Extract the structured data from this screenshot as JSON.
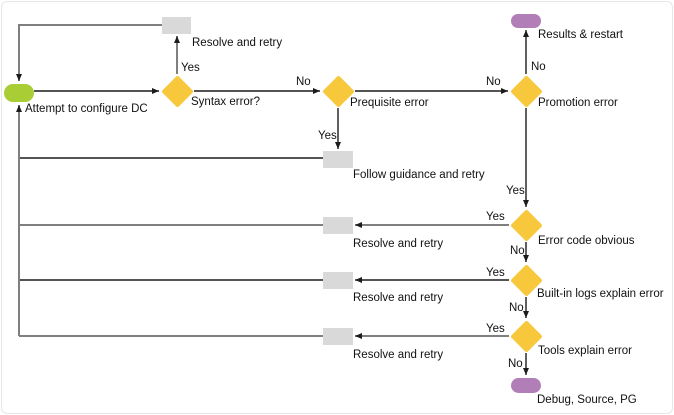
{
  "diagram": {
    "type": "flowchart",
    "colors": {
      "start": "#a9ce35",
      "decision": "#f7c73c",
      "process": "#d9d9d9",
      "terminator": "#b27eb8",
      "line_black": "#1c1c1c",
      "line_gray": "#7f7f7f"
    },
    "nodes": {
      "start": {
        "label": "Attempt to configure DC",
        "shape": "rounded-start"
      },
      "syntax": {
        "label": "Syntax error?",
        "shape": "decision"
      },
      "resolve_top": {
        "label": "Resolve and retry",
        "shape": "process"
      },
      "prequisite": {
        "label": "Prequisite error",
        "shape": "decision"
      },
      "follow_guidance": {
        "label": "Follow guidance and retry",
        "shape": "process"
      },
      "promotion": {
        "label": "Promotion error",
        "shape": "decision"
      },
      "results_restart": {
        "label": "Results & restart",
        "shape": "terminator"
      },
      "error_code": {
        "label": "Error code obvious",
        "shape": "decision"
      },
      "resolve_1": {
        "label": "Resolve and retry",
        "shape": "process"
      },
      "builtin_logs": {
        "label": "Built-in logs explain error",
        "shape": "decision"
      },
      "resolve_2": {
        "label": "Resolve and retry",
        "shape": "process"
      },
      "tools": {
        "label": "Tools explain error",
        "shape": "decision"
      },
      "resolve_3": {
        "label": "Resolve and retry",
        "shape": "process"
      },
      "debug": {
        "label": "Debug, Source, PG",
        "shape": "terminator"
      }
    },
    "edge_labels": {
      "syntax_yes": "Yes",
      "syntax_no": "No",
      "prequisite_yes": "Yes",
      "prequisite_no": "No",
      "promotion_no_up": "No",
      "promotion_yes_down": "Yes",
      "error_code_yes": "Yes",
      "error_code_no": "No",
      "builtin_yes": "Yes",
      "builtin_no": "No",
      "tools_yes": "Yes",
      "tools_no": "No"
    }
  }
}
